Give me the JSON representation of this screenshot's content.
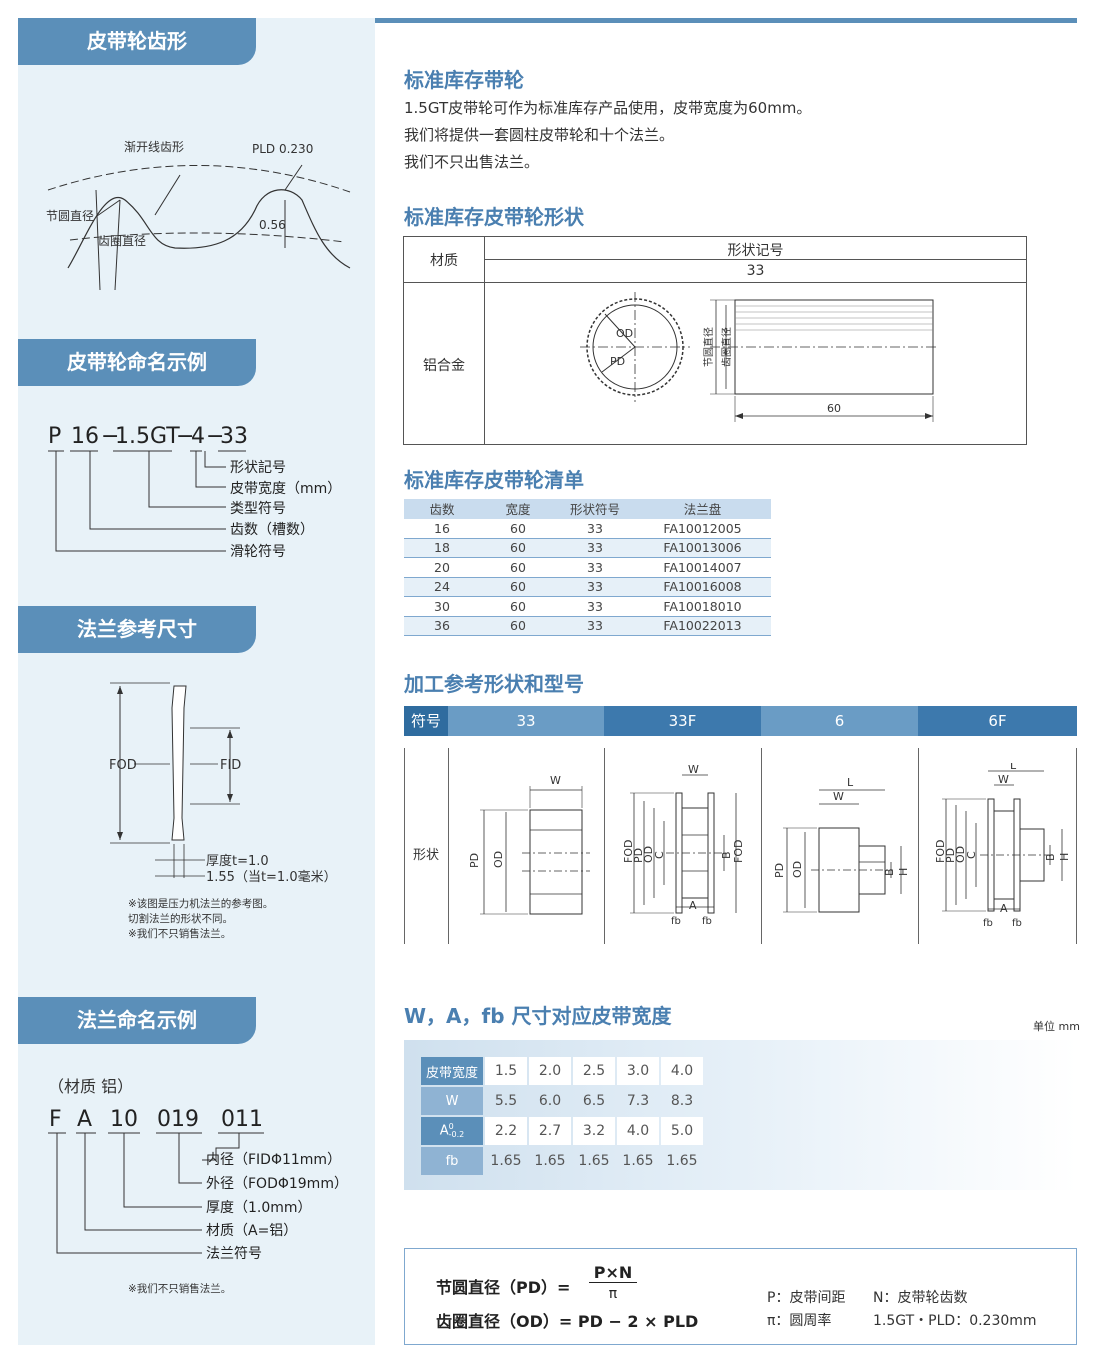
{
  "left": {
    "tooth_title": "皮带轮齿形",
    "tooth_labels": {
      "involute": "渐开线齿形",
      "pld": "PLD 0.230",
      "pitch": "节圆直径",
      "root": "齿圈直径",
      "depth": "0.56"
    },
    "naming_title": "皮带轮命名示例",
    "naming_code": [
      "P",
      "16",
      "1.5GT",
      "4",
      "33"
    ],
    "naming_sep": "−",
    "naming_labels": [
      "形状記号",
      "皮带宽度（mm）",
      "类型符号",
      "齿数（槽数）",
      "滑轮符号"
    ],
    "flange_title": "法兰参考尺寸",
    "flange_labels": {
      "fod": "FOD",
      "fid": "FID",
      "thick1": "厚度t=1.0",
      "thick2": "1.55（当t=1.0毫米）"
    },
    "flange_notes": [
      "※该图是压力机法兰的参考图。",
      "切割法兰的形状不同。",
      "※我们不只销售法兰。"
    ],
    "fname_title": "法兰命名示例",
    "fname_material": "（材质 铝）",
    "fname_code": [
      "F",
      "A",
      "10",
      "019",
      "011"
    ],
    "fname_labels": [
      "内径（FIDΦ11mm）",
      "外径（FODΦ19mm）",
      "厚度（1.0mm）",
      "材质（A=铝）",
      "法兰符号"
    ],
    "fname_note": "※我们不只销售法兰。"
  },
  "right": {
    "stock_title": "标准库存带轮",
    "stock_lines": [
      "1.5GT皮带轮可作为标准库存产品使用，皮带宽度为60mm。",
      "我们将提供一套圆柱皮带轮和十个法兰。",
      "我们不只出售法兰。"
    ],
    "shape_title": "标准库存皮带轮形状",
    "shape_table": {
      "material_header": "材质",
      "shape_header": "形状记号",
      "shape_code": "33",
      "material": "铝合金",
      "drawing": {
        "od": "OD",
        "pd": "PD",
        "pitch": "节圆直径",
        "root": "齿圈直径",
        "width": "60"
      }
    },
    "list_title": "标准库存皮带轮清单",
    "list_headers": [
      "齿数",
      "宽度",
      "形状符号",
      "法兰盘"
    ],
    "list_rows": [
      [
        "16",
        "60",
        "33",
        "FA10012005"
      ],
      [
        "18",
        "60",
        "33",
        "FA10013006"
      ],
      [
        "20",
        "60",
        "33",
        "FA10014007"
      ],
      [
        "24",
        "60",
        "33",
        "FA10016008"
      ],
      [
        "30",
        "60",
        "33",
        "FA10018010"
      ],
      [
        "36",
        "60",
        "33",
        "FA10022013"
      ]
    ],
    "proc_title": "加工参考形状和型号",
    "proc_header": {
      "symbol": "符号",
      "shape": "形状",
      "types": [
        "33",
        "33F",
        "6",
        "6F"
      ]
    },
    "proc_dims": {
      "w": "W",
      "l": "L",
      "pd": "PD",
      "od": "OD",
      "fod": "FOD",
      "c": "C",
      "b": "B",
      "h": "H",
      "a": "A",
      "fb": "fb"
    },
    "dim_title": "W，A，fb 尺寸对应皮带宽度",
    "unit": "单位 mm",
    "dim_table": {
      "rows": [
        {
          "label": "皮带宽度",
          "values": [
            "1.5",
            "2.0",
            "2.5",
            "3.0",
            "4.0"
          ]
        },
        {
          "label": "W",
          "values": [
            "5.5",
            "6.0",
            "6.5",
            "7.3",
            "8.3"
          ]
        },
        {
          "label": "A",
          "sup": "0",
          "sub": "-0.2",
          "values": [
            "2.2",
            "2.7",
            "3.2",
            "4.0",
            "5.0"
          ]
        },
        {
          "label": "fb",
          "values": [
            "1.65",
            "1.65",
            "1.65",
            "1.65",
            "1.65"
          ]
        }
      ]
    },
    "formula": {
      "pd_label": "节圆直径（PD）=",
      "numerator": "P×N",
      "denominator": "π",
      "od_label": "齿圈直径（OD）= PD − 2 × PLD",
      "p_def": "P：皮带间距",
      "n_def": "N：皮带轮齿数",
      "pi_def": "π：圆周率",
      "pld_def": "1.5GT・PLD：0.230mm"
    }
  }
}
